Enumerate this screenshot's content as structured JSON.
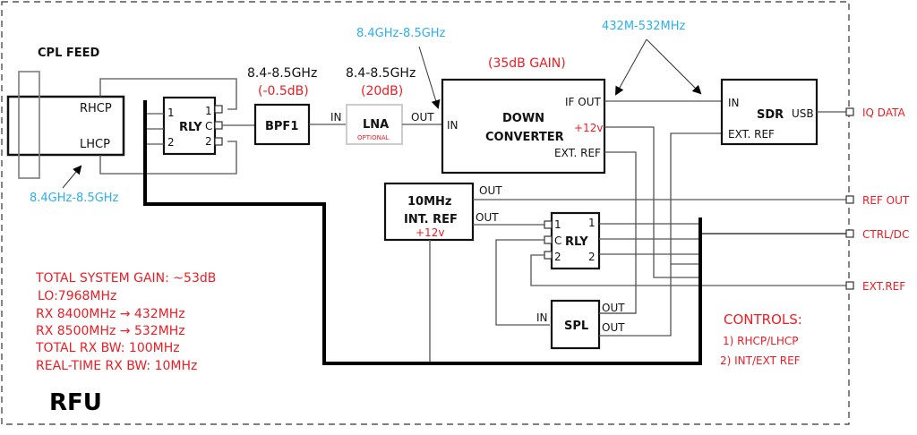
{
  "title": "RFU",
  "feed": {
    "label": "CPL FEED",
    "ports": [
      "RHCP",
      "LHCP"
    ],
    "freq_label": "8.4GHz-8.5GHz"
  },
  "relay1": {
    "label": "RLY",
    "left_pins": [
      "1",
      "2"
    ],
    "right_pins": [
      "1",
      "C",
      "2"
    ]
  },
  "bpf": {
    "label": "BPF1",
    "freq": "8.4-8.5GHz",
    "gain": "(-0.5dB)"
  },
  "lna": {
    "label": "LNA",
    "sub": "OPTIONAL",
    "freq": "8.4-8.5GHz",
    "gain": "(20dB)",
    "in": "IN",
    "out": "OUT"
  },
  "downconverter": {
    "label_line1": "DOWN",
    "label_line2": "CONVERTER",
    "gain": "(35dB GAIN)",
    "in_freq": "8.4GHz-8.5GHz",
    "in": "IN",
    "if_out": "IF OUT",
    "power": "+12v",
    "ext_ref": "EXT. REF"
  },
  "if_freq": "432M-532MHz",
  "sdr": {
    "label": "SDR",
    "in": "IN",
    "ext_ref": "EXT. REF",
    "usb": "USB"
  },
  "ref": {
    "label_line1": "10MHz",
    "label_line2": "INT. REF",
    "power": "+12v",
    "out1": "OUT",
    "out2": "OUT"
  },
  "relay2": {
    "label": "RLY",
    "left_pins": [
      "1",
      "C",
      "2"
    ],
    "right_pins": [
      "1",
      "2"
    ]
  },
  "splitter": {
    "label": "SPL",
    "in": "IN",
    "out1": "OUT",
    "out2": "OUT"
  },
  "connectors": [
    "IQ DATA",
    "REF OUT",
    "CTRL/DC",
    "EXT.REF"
  ],
  "notes": [
    "TOTAL SYSTEM GAIN: ~53dB",
    "LO:7968MHz",
    "RX 8400MHz → 432MHz",
    "RX 8500MHz → 532MHz",
    "TOTAL RX BW: 100MHz",
    "REAL-TIME RX BW: 10MHz"
  ],
  "controls": {
    "title": "CONTROLS:",
    "items": [
      "1) RHCP/LHCP",
      "2) INT/EXT REF"
    ]
  },
  "colors": {
    "annotation_red": "#ee1c24",
    "frequency_blue": "#2ab0ee"
  }
}
